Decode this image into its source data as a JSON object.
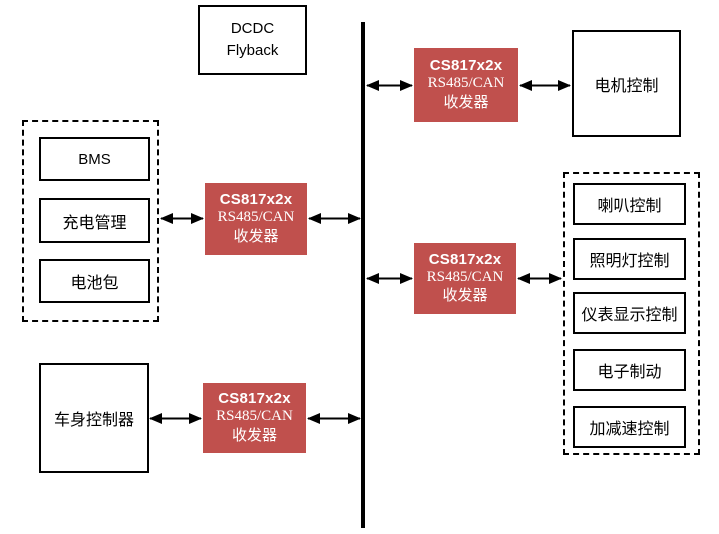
{
  "diagram": {
    "type": "block-diagram",
    "colors": {
      "transceiver_bg": "#c0504d",
      "transceiver_text": "#ffffff",
      "line": "#000000",
      "box_border": "#000000",
      "background": "#ffffff"
    },
    "dcdc": {
      "line1": "DCDC",
      "line2": "Flyback"
    },
    "transceiver": {
      "name": "CS817x2x",
      "desc": "RS485/CAN收发器"
    },
    "motor_control": {
      "label": "电机控制"
    },
    "body_controller": {
      "label": "车身控制器"
    },
    "battery_group": {
      "items": [
        {
          "label": "BMS"
        },
        {
          "label": "充电管理"
        },
        {
          "label": "电池包"
        }
      ]
    },
    "control_group": {
      "items": [
        {
          "label": "喇叭控制"
        },
        {
          "label": "照明灯控制"
        },
        {
          "label": "仪表显示控制"
        },
        {
          "label": "电子制动"
        },
        {
          "label": "加减速控制"
        }
      ]
    }
  }
}
